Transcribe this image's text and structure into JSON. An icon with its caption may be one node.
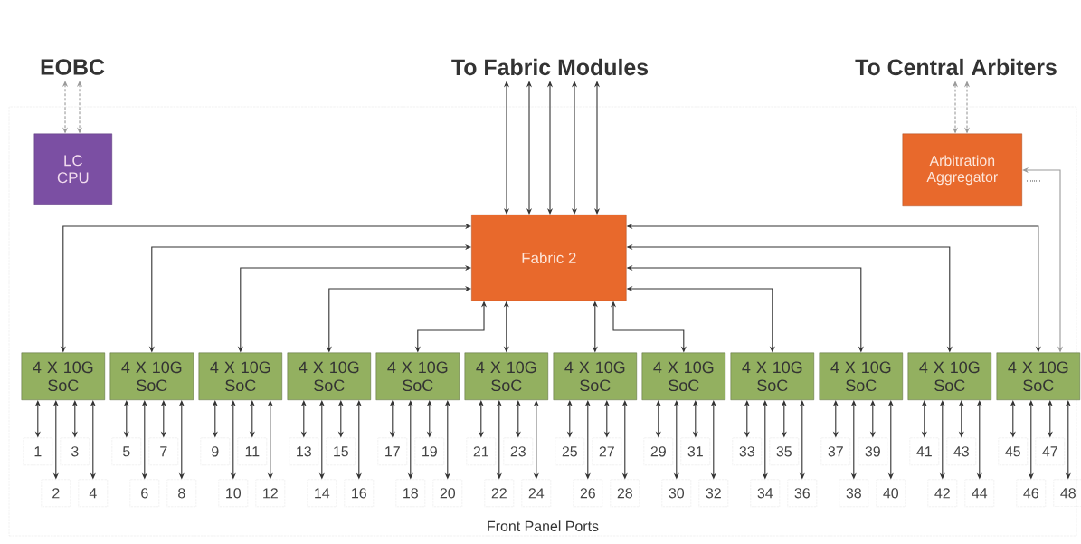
{
  "diagram": {
    "nodes": [
      {
        "text": [
          "Front Panel Ports"
        ]
      },
      {
        "text": [
          "EOBC"
        ]
      },
      {
        "text": [
          "To Fabric Modules"
        ]
      },
      {
        "text": [
          "To Central Arbiters"
        ]
      },
      {
        "text": [
          "LC CPU"
        ],
        "in": 0
      },
      {
        "text": [
          "Arbitration Aggregator"
        ],
        "in": 0
      },
      {
        "text": [
          "Fabric 2"
        ],
        "in": 0
      },
      {
        "text": [
          "4 X 10G SoC"
        ],
        "in": 0
      },
      {
        "text": [
          "4 X 10G SoC"
        ],
        "in": 0
      },
      {
        "text": [
          "4 X 10G SoC"
        ],
        "in": 0
      },
      {
        "text": [
          "4 X 10G SoC"
        ],
        "in": 0
      },
      {
        "text": [
          "4 X 10G SoC"
        ],
        "in": 0
      },
      {
        "text": [
          "4 X 10G SoC"
        ],
        "in": 0
      },
      {
        "text": [
          "4 X 10G SoC"
        ],
        "in": 0
      },
      {
        "text": [
          "4 X 10G SoC"
        ],
        "in": 0
      },
      {
        "text": [
          "4 X 10G SoC"
        ],
        "in": 0
      },
      {
        "text": [
          "4 X 10G SoC"
        ],
        "in": 0
      },
      {
        "text": [
          "4 X 10G SoC"
        ],
        "in": 0
      },
      {
        "text": [
          "4 X 10G SoC"
        ],
        "in": 0
      },
      {
        "text": [
          "1"
        ],
        "in": 0
      },
      {
        "text": [
          "2"
        ],
        "in": 0
      },
      {
        "text": [
          "3"
        ],
        "in": 0
      },
      {
        "text": [
          "4"
        ],
        "in": 0
      },
      {
        "text": [
          "5"
        ],
        "in": 0
      },
      {
        "text": [
          "6"
        ],
        "in": 0
      },
      {
        "text": [
          "7"
        ],
        "in": 0
      },
      {
        "text": [
          "8"
        ],
        "in": 0
      },
      {
        "text": [
          "9"
        ],
        "in": 0
      },
      {
        "text": [
          "10"
        ],
        "in": 0
      },
      {
        "text": [
          "11"
        ],
        "in": 0
      },
      {
        "text": [
          "12"
        ],
        "in": 0
      },
      {
        "text": [
          "13"
        ],
        "in": 0
      },
      {
        "text": [
          "14"
        ],
        "in": 0
      },
      {
        "text": [
          "15"
        ],
        "in": 0
      },
      {
        "text": [
          "16"
        ],
        "in": 0
      },
      {
        "text": [
          "17"
        ],
        "in": 0
      },
      {
        "text": [
          "18"
        ],
        "in": 0
      },
      {
        "text": [
          "19"
        ],
        "in": 0
      },
      {
        "text": [
          "20"
        ],
        "in": 0
      },
      {
        "text": [
          "21"
        ],
        "in": 0
      },
      {
        "text": [
          "22"
        ],
        "in": 0
      },
      {
        "text": [
          "23"
        ],
        "in": 0
      },
      {
        "text": [
          "24"
        ],
        "in": 0
      },
      {
        "text": [
          "25"
        ],
        "in": 0
      },
      {
        "text": [
          "26"
        ],
        "in": 0
      },
      {
        "text": [
          "27"
        ],
        "in": 0
      },
      {
        "text": [
          "28"
        ],
        "in": 0
      },
      {
        "text": [
          "29"
        ],
        "in": 0
      },
      {
        "text": [
          "30"
        ],
        "in": 0
      },
      {
        "text": [
          "31"
        ],
        "in": 0
      },
      {
        "text": [
          "32"
        ],
        "in": 0
      },
      {
        "text": [
          "33"
        ],
        "in": 0
      },
      {
        "text": [
          "34"
        ],
        "in": 0
      },
      {
        "text": [
          "35"
        ],
        "in": 0
      },
      {
        "text": [
          "36"
        ],
        "in": 0
      },
      {
        "text": [
          "37"
        ],
        "in": 0
      },
      {
        "text": [
          "38"
        ],
        "in": 0
      },
      {
        "text": [
          "39"
        ],
        "in": 0
      },
      {
        "text": [
          "40"
        ],
        "in": 0
      },
      {
        "text": [
          "41"
        ],
        "in": 0
      },
      {
        "text": [
          "42"
        ],
        "in": 0
      },
      {
        "text": [
          "43"
        ],
        "in": 0
      },
      {
        "text": [
          "44"
        ],
        "in": 0
      },
      {
        "text": [
          "45"
        ],
        "in": 0
      },
      {
        "text": [
          "46"
        ],
        "in": 0
      },
      {
        "text": [
          "47"
        ],
        "in": 0
      },
      {
        "text": [
          "48"
        ],
        "in": 0
      }
    ],
    "edges": [
      {
        "from": 1,
        "to": 4,
        "arrow": "both",
        "style": "dashed",
        "color": "#9a9a9a"
      },
      {
        "from": 1,
        "to": 4,
        "arrow": "both",
        "style": "dashed",
        "color": "#9a9a9a"
      },
      {
        "from": 2,
        "to": 6,
        "arrow": "both"
      },
      {
        "from": 2,
        "to": 6,
        "arrow": "both"
      },
      {
        "from": 2,
        "to": 6,
        "arrow": "both"
      },
      {
        "from": 2,
        "to": 6,
        "arrow": "both"
      },
      {
        "from": 2,
        "to": 6,
        "arrow": "both"
      },
      {
        "from": 3,
        "to": 5,
        "arrow": "both",
        "style": "dashed",
        "color": "#9a9a9a"
      },
      {
        "from": 3,
        "to": 5,
        "arrow": "both",
        "style": "dashed",
        "color": "#9a9a9a"
      },
      {
        "from": 7,
        "to": 6,
        "arrow": "both"
      },
      {
        "from": 8,
        "to": 6,
        "arrow": "both"
      },
      {
        "from": 9,
        "to": 6,
        "arrow": "both"
      },
      {
        "from": 10,
        "to": 6,
        "arrow": "both"
      },
      {
        "from": 11,
        "to": 6,
        "arrow": "both"
      },
      {
        "from": 12,
        "to": 6,
        "arrow": "both"
      },
      {
        "from": 13,
        "to": 6,
        "arrow": "both"
      },
      {
        "from": 14,
        "to": 6,
        "arrow": "both"
      },
      {
        "from": 15,
        "to": 6,
        "arrow": "both"
      },
      {
        "from": 16,
        "to": 6,
        "arrow": "both"
      },
      {
        "from": 17,
        "to": 6,
        "arrow": "both"
      },
      {
        "from": 18,
        "to": 6,
        "arrow": "both"
      },
      {
        "from": 18,
        "to": 5,
        "arrow": "both",
        "color": "#9a9a9a"
      },
      {
        "from": 7,
        "to": 19,
        "arrow": "both"
      },
      {
        "from": 7,
        "to": 20,
        "arrow": "both"
      },
      {
        "from": 7,
        "to": 21,
        "arrow": "both"
      },
      {
        "from": 7,
        "to": 22,
        "arrow": "both"
      },
      {
        "from": 8,
        "to": 23,
        "arrow": "both"
      },
      {
        "from": 8,
        "to": 24,
        "arrow": "both"
      },
      {
        "from": 8,
        "to": 25,
        "arrow": "both"
      },
      {
        "from": 8,
        "to": 26,
        "arrow": "both"
      },
      {
        "from": 9,
        "to": 27,
        "arrow": "both"
      },
      {
        "from": 9,
        "to": 28,
        "arrow": "both"
      },
      {
        "from": 9,
        "to": 29,
        "arrow": "both"
      },
      {
        "from": 9,
        "to": 30,
        "arrow": "both"
      },
      {
        "from": 10,
        "to": 31,
        "arrow": "both"
      },
      {
        "from": 10,
        "to": 32,
        "arrow": "both"
      },
      {
        "from": 10,
        "to": 33,
        "arrow": "both"
      },
      {
        "from": 10,
        "to": 34,
        "arrow": "both"
      },
      {
        "from": 11,
        "to": 35,
        "arrow": "both"
      },
      {
        "from": 11,
        "to": 36,
        "arrow": "both"
      },
      {
        "from": 11,
        "to": 37,
        "arrow": "both"
      },
      {
        "from": 11,
        "to": 38,
        "arrow": "both"
      },
      {
        "from": 12,
        "to": 39,
        "arrow": "both"
      },
      {
        "from": 12,
        "to": 40,
        "arrow": "both"
      },
      {
        "from": 12,
        "to": 41,
        "arrow": "both"
      },
      {
        "from": 12,
        "to": 42,
        "arrow": "both"
      },
      {
        "from": 13,
        "to": 43,
        "arrow": "both"
      },
      {
        "from": 13,
        "to": 44,
        "arrow": "both"
      },
      {
        "from": 13,
        "to": 45,
        "arrow": "both"
      },
      {
        "from": 13,
        "to": 46,
        "arrow": "both"
      },
      {
        "from": 14,
        "to": 47,
        "arrow": "both"
      },
      {
        "from": 14,
        "to": 48,
        "arrow": "both"
      },
      {
        "from": 14,
        "to": 49,
        "arrow": "both"
      },
      {
        "from": 14,
        "to": 50,
        "arrow": "both"
      },
      {
        "from": 15,
        "to": 51,
        "arrow": "both"
      },
      {
        "from": 15,
        "to": 52,
        "arrow": "both"
      },
      {
        "from": 15,
        "to": 53,
        "arrow": "both"
      },
      {
        "from": 15,
        "to": 54,
        "arrow": "both"
      },
      {
        "from": 16,
        "to": 55,
        "arrow": "both"
      },
      {
        "from": 16,
        "to": 56,
        "arrow": "both"
      },
      {
        "from": 16,
        "to": 57,
        "arrow": "both"
      },
      {
        "from": 16,
        "to": 58,
        "arrow": "both"
      },
      {
        "from": 17,
        "to": 59,
        "arrow": "both"
      },
      {
        "from": 17,
        "to": 60,
        "arrow": "both"
      },
      {
        "from": 17,
        "to": 61,
        "arrow": "both"
      },
      {
        "from": 17,
        "to": 62,
        "arrow": "both"
      },
      {
        "from": 18,
        "to": 63,
        "arrow": "both"
      },
      {
        "from": 18,
        "to": 64,
        "arrow": "both"
      },
      {
        "from": 18,
        "to": 65,
        "arrow": "both"
      },
      {
        "from": 18,
        "to": 66,
        "arrow": "both"
      }
    ]
  }
}
